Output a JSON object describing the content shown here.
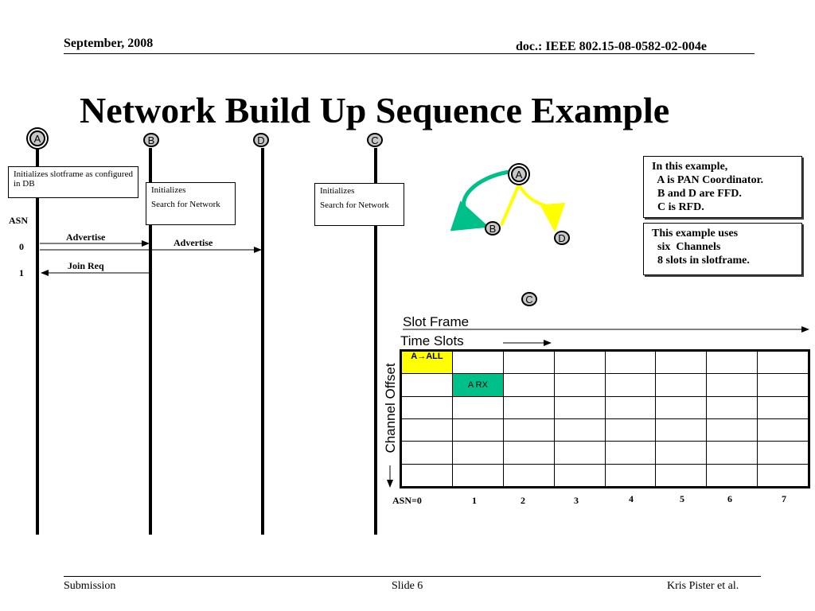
{
  "header": {
    "date": "September, 2008",
    "doc": "doc.: IEEE 802.15-08-0582-02-004e"
  },
  "title": "Network Build Up Sequence Example",
  "nodes": {
    "a": "A",
    "b": "B",
    "c": "C",
    "d": "D"
  },
  "boxes": {
    "a_init": "Initializes slotframe as configured in DB",
    "b_line1": "Initializes",
    "b_line2": "Search for Network",
    "c_line1": "Initializes",
    "c_line2": "Search for Network"
  },
  "asn": {
    "label": "ASN",
    "rows": [
      "0",
      "1"
    ]
  },
  "messages": {
    "adv1": "Advertise",
    "adv2": "Advertise",
    "join": "Join Req"
  },
  "info1": {
    "lines": [
      "In this example,",
      "  A is PAN Coordinator.",
      "  B and D are FFD.",
      "  C is RFD."
    ]
  },
  "info2": {
    "lines": [
      "This example uses",
      "  six  Channels",
      "  8 slots in slotframe."
    ]
  },
  "grid": {
    "slot_frame_label": "Slot Frame",
    "time_slots_label": "Time Slots",
    "channel_offset_label": "Channel Offset",
    "cell_a_all": "A→ALL",
    "cell_a_rx": "A RX",
    "asn_labels": [
      "ASN=0",
      "1",
      "2",
      "3",
      "4",
      "5",
      "6",
      "7"
    ],
    "colors": {
      "a_all": "#ffff00",
      "a_rx": "#00c08a"
    }
  },
  "topology_colors": {
    "a_to_b": "#00c08a",
    "b_d_to_a": "#ffff00"
  },
  "footer": {
    "left": "Submission",
    "center": "Slide 6",
    "right": "Kris Pister et al."
  }
}
